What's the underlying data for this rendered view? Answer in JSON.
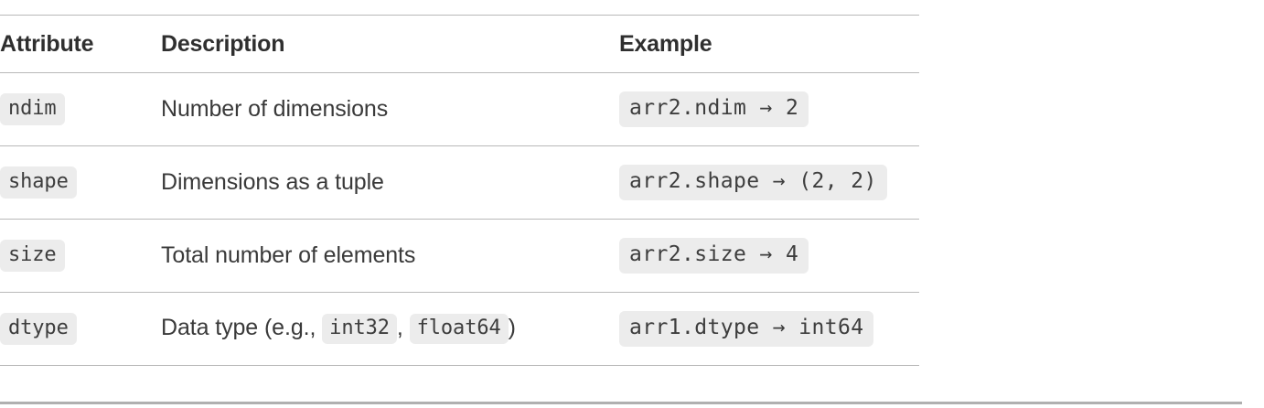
{
  "table": {
    "headers": [
      "Attribute",
      "Description",
      "Example"
    ],
    "rows": [
      {
        "attribute": "ndim",
        "description_parts": [
          {
            "type": "text",
            "value": "Number of dimensions"
          }
        ],
        "example": "arr2.ndim → 2"
      },
      {
        "attribute": "shape",
        "description_parts": [
          {
            "type": "text",
            "value": "Dimensions as a tuple"
          }
        ],
        "example": "arr2.shape → (2, 2)"
      },
      {
        "attribute": "size",
        "description_parts": [
          {
            "type": "text",
            "value": "Total number of elements"
          }
        ],
        "example": "arr2.size → 4"
      },
      {
        "attribute": "dtype",
        "description_parts": [
          {
            "type": "text",
            "value": "Data type (e.g., "
          },
          {
            "type": "code",
            "value": "int32"
          },
          {
            "type": "text",
            "value": ", "
          },
          {
            "type": "code",
            "value": "float64"
          },
          {
            "type": "text",
            "value": ")"
          }
        ],
        "example": "arr1.dtype → int64"
      }
    ]
  },
  "colors": {
    "page_background": "#ffffff",
    "text": "#3a3a3a",
    "header_text": "#2f2f2f",
    "code_background": "#ececec",
    "code_text": "#3d3d3d",
    "table_border": "#b9b9b9",
    "bottom_rule": "#b0b0b0"
  }
}
